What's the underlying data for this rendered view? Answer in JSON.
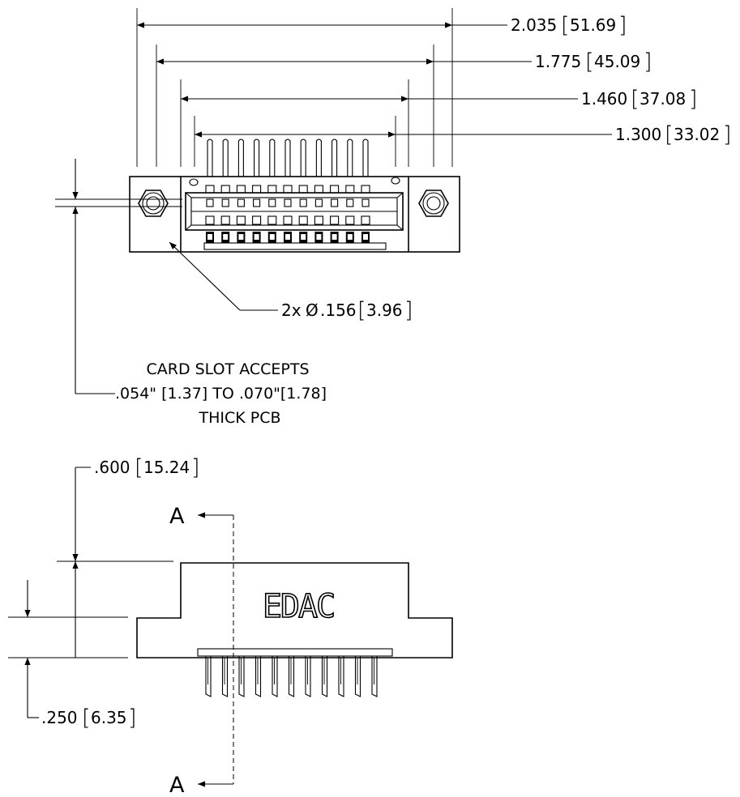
{
  "dimensions": {
    "overall_width": {
      "inch": "2.035",
      "mm": "51.69"
    },
    "mount_hole_spacing": {
      "inch": "1.775",
      "mm": "45.09"
    },
    "card_slot_length": {
      "inch": "1.460",
      "mm": "37.08"
    },
    "contact_span": {
      "inch": "1.300",
      "mm": "33.02"
    },
    "mount_hole": {
      "qty": "2x",
      "symbol": "Ø",
      "inch": ".156",
      "mm": "3.96"
    },
    "body_height": {
      "inch": ".600",
      "mm": "15.24"
    },
    "flange_height": {
      "inch": ".250",
      "mm": "6.35"
    }
  },
  "card_slot_note": {
    "line1": "CARD SLOT ACCEPTS",
    "line2": ".054\" [1.37] TO .070\"[1.78]",
    "line3": "THICK PCB"
  },
  "logo": "EDAC",
  "section_label": "A",
  "contact_count": 11
}
